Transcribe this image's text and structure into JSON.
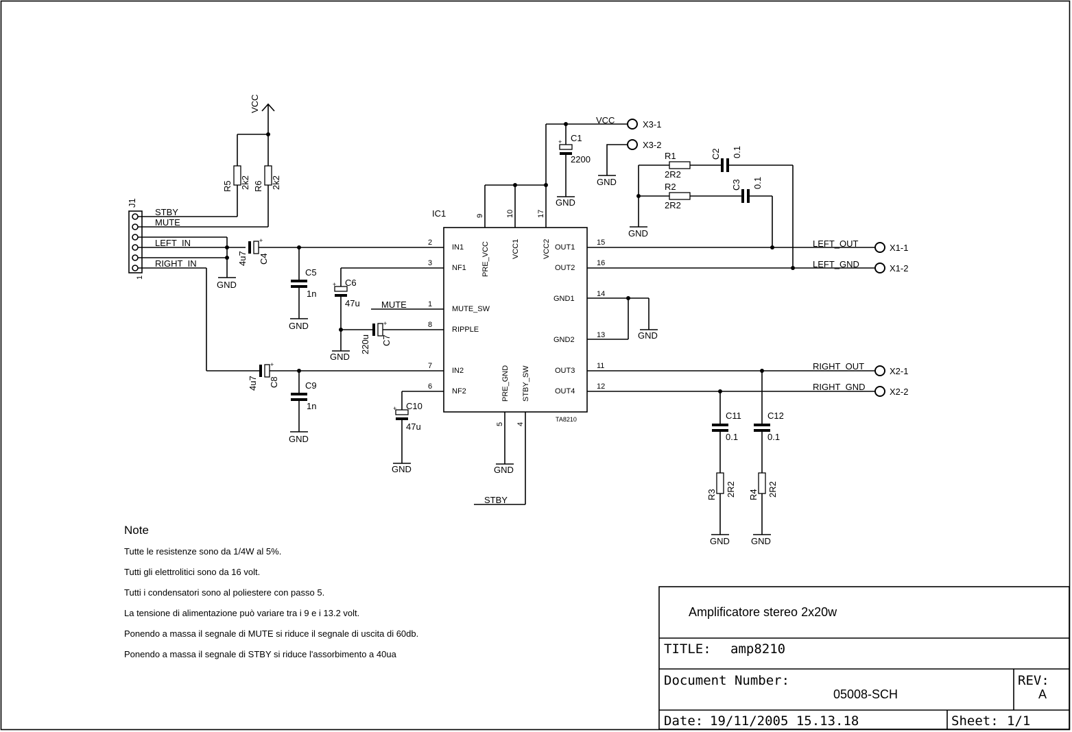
{
  "notes": {
    "heading": "Note",
    "lines": [
      "Tutte le resistenze sono da 1/4W al 5%.",
      "Tutti gli elettrolitici sono da 16 volt.",
      "Tutti i condensatori sono al poliestere con passo 5.",
      "La tensione di alimentazione può variare tra i 9 e i 13.2 volt.",
      "Ponendo a massa il segnale di MUTE si riduce il segnale di uscita di 60db.",
      "Ponendo a massa il segnale di STBY si riduce l'assorbimento a 40ua"
    ]
  },
  "title_block": {
    "description": "Amplificatore stereo 2x20w",
    "title_label": "TITLE:",
    "title_value": "amp8210",
    "docnum_label": "Document Number:",
    "docnum_value": "05008-SCH",
    "rev_label": "REV:",
    "rev_value": "A",
    "date_label": "Date:",
    "date_value": "19/11/2005 15.13.18",
    "sheet_label": "Sheet:",
    "sheet_value": "1/1"
  },
  "schematic": {
    "ic": {
      "ref": "IC1",
      "part": "TA8210",
      "top_pins": [
        {
          "num": "9",
          "name": "PRE_VCC"
        },
        {
          "num": "10",
          "name": "VCC1"
        },
        {
          "num": "17",
          "name": "VCC2"
        }
      ],
      "left_pins": [
        {
          "num": "2",
          "name": "IN1"
        },
        {
          "num": "3",
          "name": "NF1"
        },
        {
          "num": "1",
          "name": "MUTE_SW"
        },
        {
          "num": "8",
          "name": "RIPPLE"
        },
        {
          "num": "7",
          "name": "IN2"
        },
        {
          "num": "6",
          "name": "NF2"
        }
      ],
      "right_pins": [
        {
          "num": "15",
          "name": "OUT1"
        },
        {
          "num": "16",
          "name": "OUT2"
        },
        {
          "num": "14",
          "name": "GND1"
        },
        {
          "num": "13",
          "name": "GND2"
        },
        {
          "num": "11",
          "name": "OUT3"
        },
        {
          "num": "12",
          "name": "OUT4"
        }
      ],
      "bottom_pins": [
        {
          "num": "5",
          "name": "PRE_GND"
        },
        {
          "num": "4",
          "name": "STBY_SW"
        }
      ]
    },
    "connector": {
      "ref": "J1",
      "pin_one": "1",
      "signals": [
        "STBY",
        "MUTE",
        "LEFT_IN",
        "RIGHT_IN"
      ]
    },
    "resistors": [
      {
        "ref": "R1",
        "value": "2R2"
      },
      {
        "ref": "R2",
        "value": "2R2"
      },
      {
        "ref": "R3",
        "value": "2R2"
      },
      {
        "ref": "R4",
        "value": "2R2"
      },
      {
        "ref": "R5",
        "value": "2k2"
      },
      {
        "ref": "R6",
        "value": "2k2"
      }
    ],
    "capacitors": [
      {
        "ref": "C1",
        "value": "2200"
      },
      {
        "ref": "C2",
        "value": "0.1"
      },
      {
        "ref": "C3",
        "value": "0.1"
      },
      {
        "ref": "C4",
        "value": "4u7"
      },
      {
        "ref": "C5",
        "value": "1n"
      },
      {
        "ref": "C6",
        "value": "47u"
      },
      {
        "ref": "C7",
        "value": "220u"
      },
      {
        "ref": "C8",
        "value": "4u7"
      },
      {
        "ref": "C9",
        "value": "1n"
      },
      {
        "ref": "C10",
        "value": "47u"
      },
      {
        "ref": "C11",
        "value": "0.1"
      },
      {
        "ref": "C12",
        "value": "0.1"
      }
    ],
    "terminals": [
      {
        "ref": "X3-1",
        "net": "VCC"
      },
      {
        "ref": "X3-2",
        "net": ""
      },
      {
        "ref": "X1-1",
        "net": "LEFT_OUT"
      },
      {
        "ref": "X1-2",
        "net": "LEFT_GND"
      },
      {
        "ref": "X2-1",
        "net": "RIGHT_OUT"
      },
      {
        "ref": "X2-2",
        "net": "RIGHT_GND"
      }
    ],
    "nets": {
      "vcc": "VCC",
      "gnd": "GND",
      "mute": "MUTE",
      "stby": "STBY"
    }
  }
}
